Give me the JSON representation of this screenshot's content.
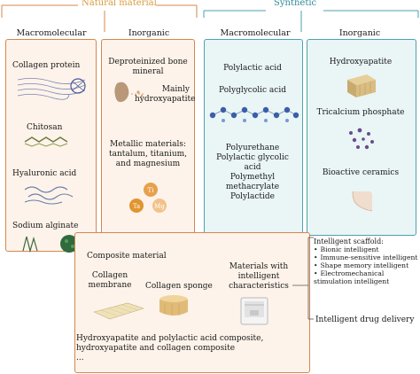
{
  "natural": {
    "title": "Natural material",
    "macro_header": "Macromolecular",
    "inorganic_header": "Inorganic",
    "macro_items": [
      "Collagen protein",
      "Chitosan",
      "Hyaluronic acid",
      "Sodium alginate"
    ],
    "inorganic": {
      "bone_mineral": [
        "Deproteinized bone",
        "mineral"
      ],
      "hydroxy": [
        "Mainly",
        "hydroxyapatite"
      ],
      "metallic": [
        "Metallic materials:",
        "tantalum, titanium,",
        "and magnesium"
      ],
      "metal_labels": [
        "Ti",
        "Ta",
        "Mg"
      ]
    }
  },
  "synthetic": {
    "title": "Synthetic",
    "macro_header": "Macromolecular",
    "inorganic_header": "Inorganic",
    "macro_items": [
      "Polylactic acid",
      "Polyglycolic acid"
    ],
    "macro_list": [
      "Polyurethane",
      "Polylactic glycolic",
      "acid",
      "Polymethyl",
      "methacrylate",
      "Polylactide"
    ],
    "inorganic_items": [
      "Hydroxyapatite",
      "Tricalcium phosphate",
      "Bioactive ceramics"
    ]
  },
  "composite": {
    "title": "Composite material",
    "membrane": [
      "Collagen",
      "membrane"
    ],
    "sponge": "Collagen sponge",
    "intelligent": [
      "Materials with",
      "intelligent",
      "characteristics"
    ],
    "scaffold_title": "Intelligent scaffold:",
    "scaffold_items": [
      "Bionic intelligent",
      "Immune-sensitive intelligent",
      "Shape memory intelligent",
      "Electromechanical stimulation intelligent"
    ],
    "drug_delivery": "Intelligent drug delivery",
    "composites": [
      "Hydroxyapatite and polylactic acid composite,",
      "hydroxyapatite and collagen composite",
      "..."
    ]
  },
  "colors": {
    "natural_accent": "#d79a3c",
    "synthetic_accent": "#2e8a95",
    "natural_border": "#d4874f",
    "synthetic_border": "#4ea2ad"
  }
}
